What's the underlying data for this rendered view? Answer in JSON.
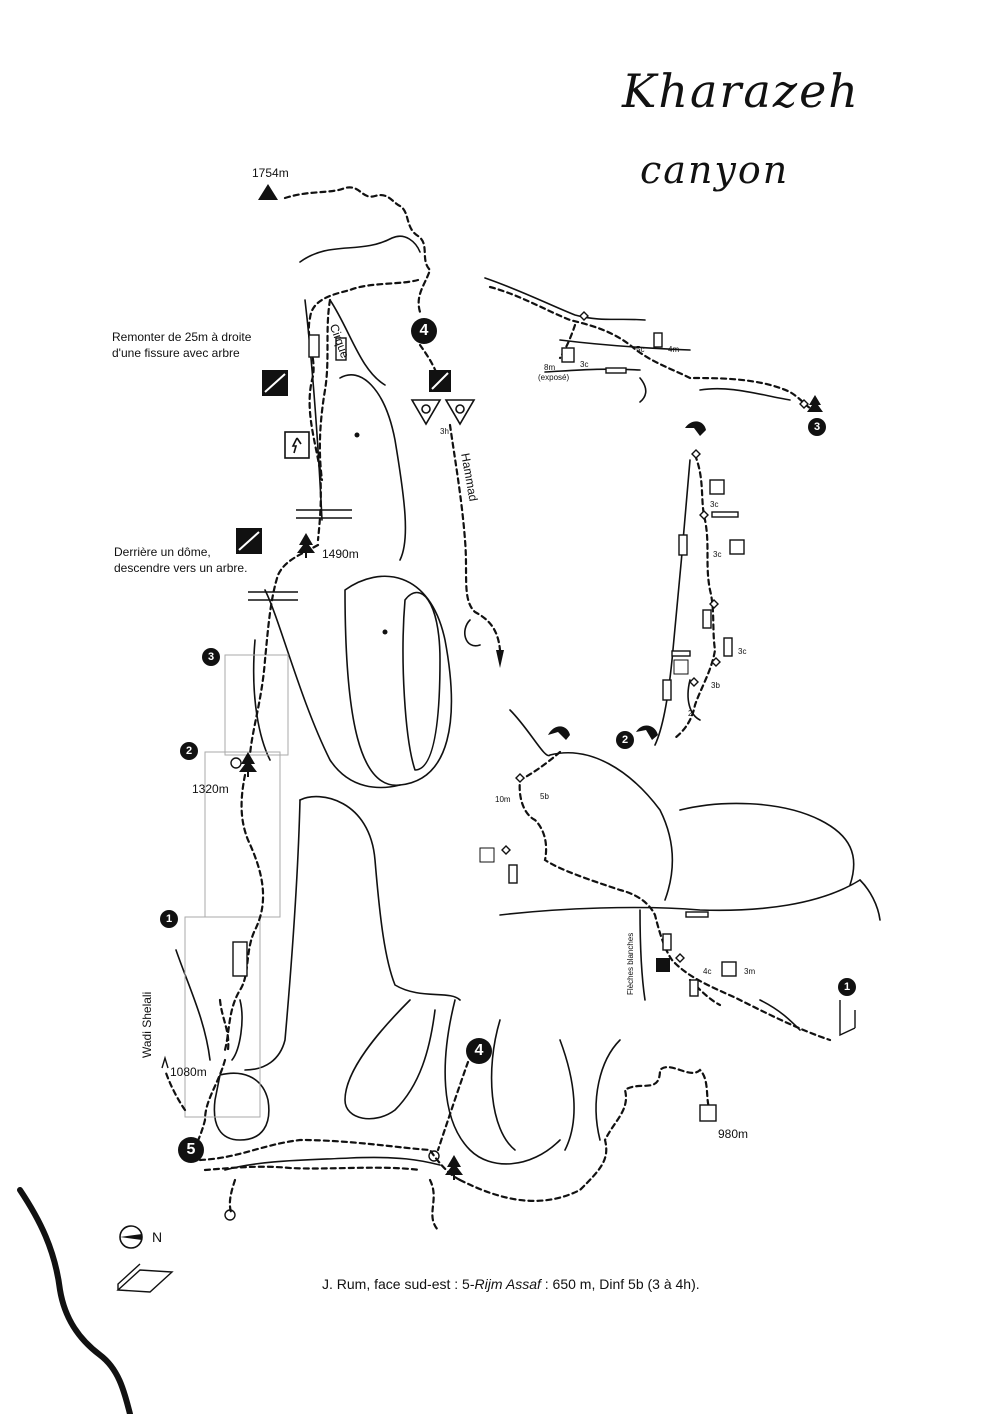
{
  "handwritten": {
    "title_line1": "Kharazeh",
    "title_line2": "canyon"
  },
  "summit": {
    "elevation": "1754m"
  },
  "elevations": {
    "e1490": "1490m",
    "e1320": "1320m",
    "e1080": "1080m",
    "e980": "980m"
  },
  "notes": {
    "upper_line1": "Remonter de 25m à droite",
    "upper_line2": "d'une fissure avec arbre",
    "lower_line1": "Derrière un dôme,",
    "lower_line2": "descendre vers un arbre."
  },
  "place_names": {
    "cirque": "Cirque",
    "hammad": "Hammad",
    "wadi": "Wadi Shelali",
    "fleches": "Flèches blanches"
  },
  "markers": {
    "m1": "1",
    "m2": "2",
    "m3": "3",
    "m4": "4",
    "m5": "5"
  },
  "pitch_labels": {
    "time_3h": "3h",
    "p5c": "5c",
    "p4m": "4m",
    "p3c_top": "3c",
    "p8m": "8m",
    "pexpose": "(exposé)",
    "r3c_a": "3c",
    "r3c_b": "3c",
    "r3c_c": "3c",
    "r3b": "3b",
    "r2": "2",
    "p10m": "10m",
    "p5b": "5b",
    "p4c": "4c",
    "p3m": "3m"
  },
  "compass": {
    "north_label": "N"
  },
  "caption": {
    "prefix": "J. Rum, face sud-est : 5-",
    "route_name": "Rijm Assaf",
    "suffix": " : 650 m, Dinf 5b (3 à 4h)."
  },
  "icons": [
    "summit-triangle-icon",
    "tree-icon",
    "abseil-icon",
    "rope-icon",
    "climber-icon",
    "compass-icon",
    "cairn-icon",
    "arrow-icon"
  ]
}
